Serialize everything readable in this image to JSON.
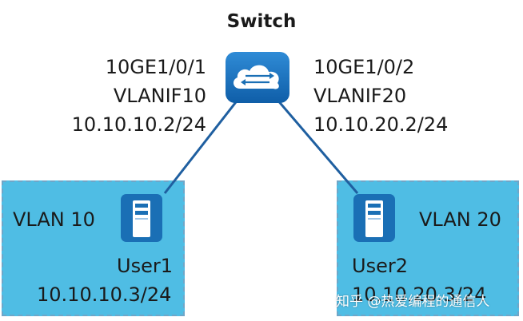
{
  "switch": {
    "title": "Switch",
    "icon": "switch-cloud-icon"
  },
  "left_port": {
    "interface": "10GE1/0/1",
    "vlanif": "VLANIF10",
    "ip": "10.10.10.2/24"
  },
  "right_port": {
    "interface": "10GE1/0/2",
    "vlanif": "VLANIF20",
    "ip": "10.10.20.2/24"
  },
  "vlan_left": {
    "label": "VLAN 10",
    "user": "User1",
    "ip": "10.10.10.3/24",
    "icon": "server-icon"
  },
  "vlan_right": {
    "label": "VLAN 20",
    "user": "User2",
    "ip": "10.10.20.3/24",
    "icon": "server-icon"
  },
  "watermark": "知乎 @热爱编程的通信人",
  "colors": {
    "vlan_fill": "#4fbde4",
    "vlan_border": "#6fa6c8",
    "link": "#1f5fa0",
    "device": "#1a6fb5"
  }
}
